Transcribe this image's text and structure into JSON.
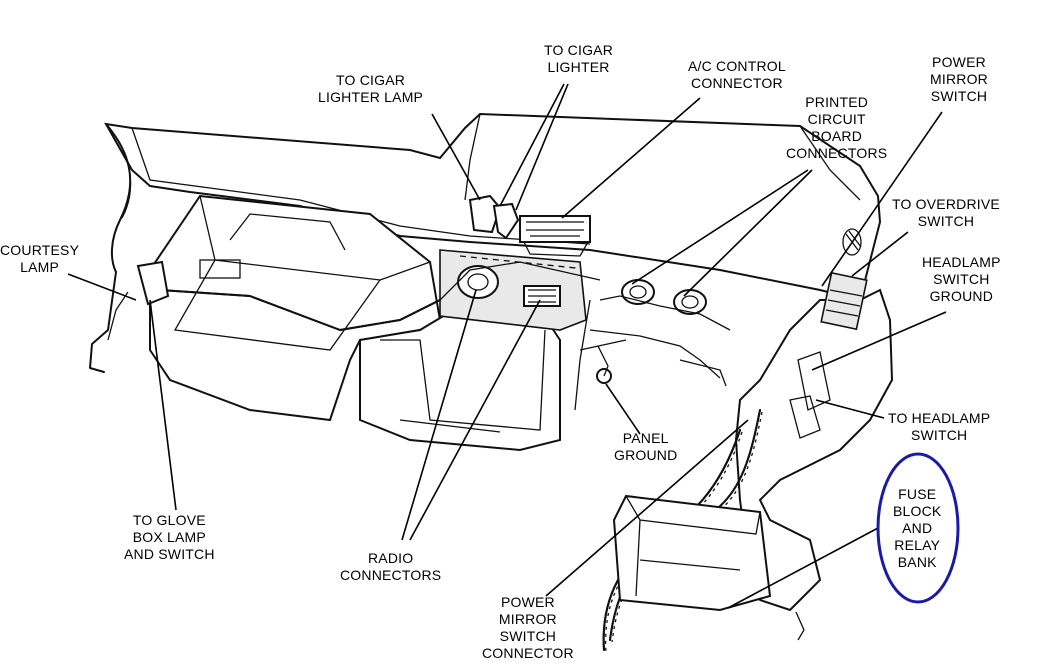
{
  "labels": {
    "cigar_lighter_lamp": [
      "TO CIGAR",
      "LIGHTER LAMP"
    ],
    "cigar_lighter": [
      "TO CIGAR",
      "LIGHTER"
    ],
    "ac_control": [
      "A/C CONTROL",
      "CONNECTOR"
    ],
    "power_mirror_switch": [
      "POWER",
      "MIRROR",
      "SWITCH"
    ],
    "pcb_connectors": [
      "PRINTED",
      "CIRCUIT",
      "BOARD",
      "CONNECTORS"
    ],
    "overdrive_switch": [
      "TO OVERDRIVE",
      "SWITCH"
    ],
    "headlamp_switch_ground": [
      "HEADLAMP",
      "SWITCH",
      "GROUND"
    ],
    "courtesy_lamp": [
      "COURTESY",
      "LAMP"
    ],
    "to_headlamp_switch": [
      "TO HEADLAMP",
      "SWITCH"
    ],
    "panel_ground": [
      "PANEL",
      "GROUND"
    ],
    "fuse_block": [
      "FUSE",
      "BLOCK",
      "AND",
      "RELAY",
      "BANK"
    ],
    "glove_box": [
      "TO GLOVE",
      "BOX LAMP",
      "AND SWITCH"
    ],
    "radio_connectors": [
      "RADIO",
      "CONNECTORS"
    ],
    "power_mirror_switch_connector": [
      "POWER",
      "MIRROR",
      "SWITCH",
      "CONNECTOR"
    ]
  },
  "colors": {
    "ink": "#111111",
    "highlight_ellipse": "#1a1aa6"
  }
}
